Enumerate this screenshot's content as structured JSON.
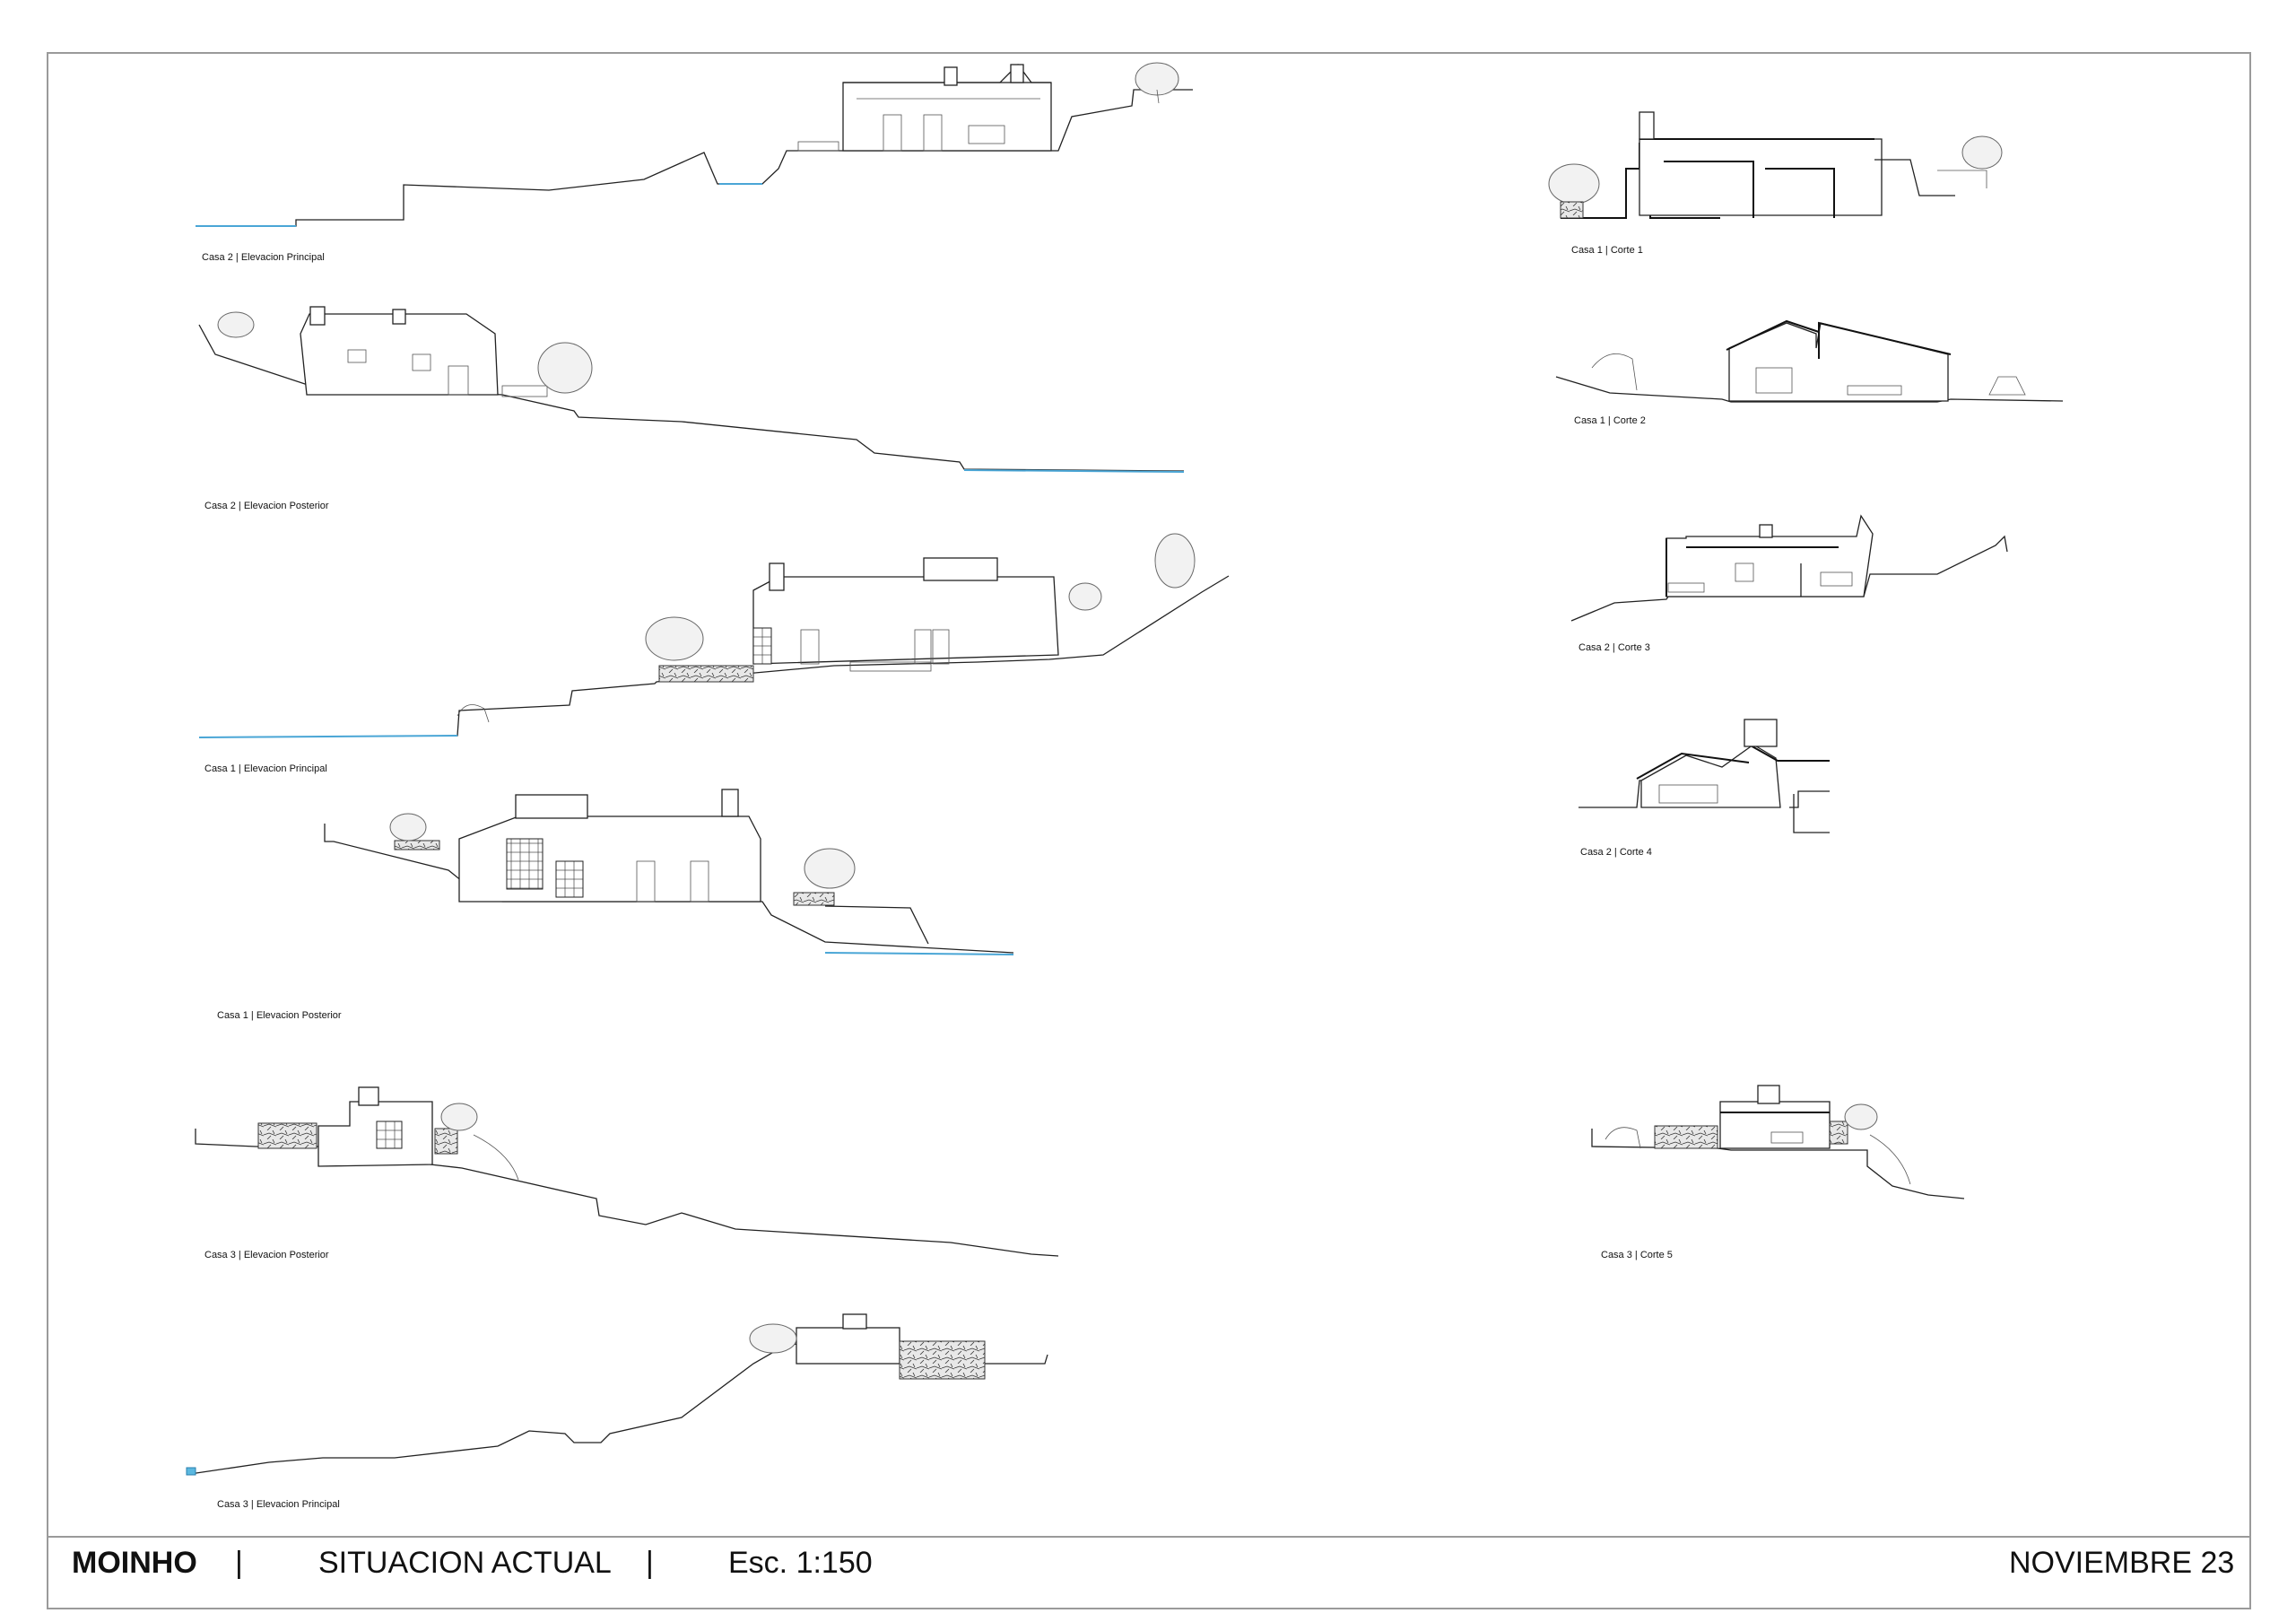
{
  "title_block": {
    "project": "MOINHO",
    "separator": "|",
    "section": "SITUACION ACTUAL",
    "scale": "Esc. 1:150",
    "date": "NOVIEMBRE 23"
  },
  "drawings": [
    {
      "id": "casa2-elev-principal",
      "caption": "Casa 2 | Elevacion Principal"
    },
    {
      "id": "casa2-elev-posterior",
      "caption": "Casa 2 | Elevacion Posterior"
    },
    {
      "id": "casa1-elev-principal",
      "caption": "Casa 1 | Elevacion Principal"
    },
    {
      "id": "casa1-elev-posterior",
      "caption": "Casa 1 | Elevacion Posterior"
    },
    {
      "id": "casa3-elev-posterior",
      "caption": "Casa 3 | Elevacion Posterior"
    },
    {
      "id": "casa3-elev-principal",
      "caption": "Casa 3 | Elevacion Principal"
    },
    {
      "id": "casa1-corte1",
      "caption": "Casa 1 | Corte 1"
    },
    {
      "id": "casa1-corte2",
      "caption": "Casa 1 | Corte 2"
    },
    {
      "id": "casa2-corte3",
      "caption": "Casa 2 | Corte 3"
    },
    {
      "id": "casa2-corte4",
      "caption": "Casa 2 | Corte 4"
    },
    {
      "id": "casa3-corte5",
      "caption": "Casa 3 | Corte 5"
    }
  ]
}
